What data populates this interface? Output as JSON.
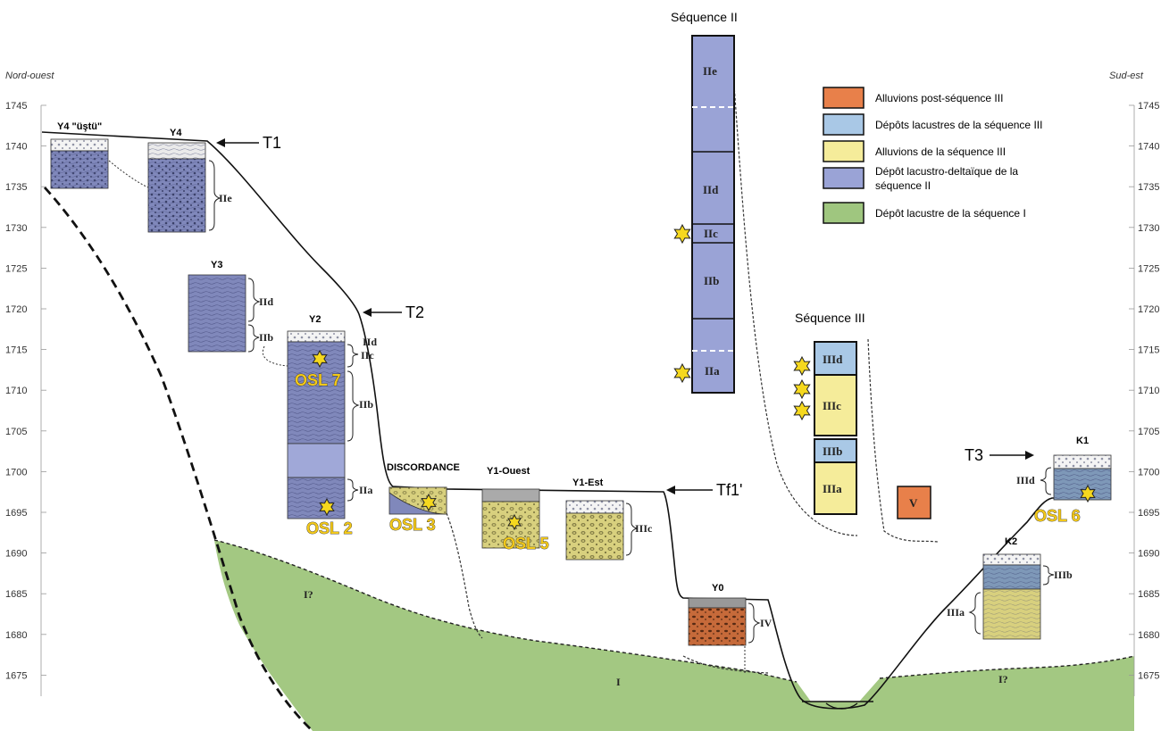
{
  "direction": {
    "left": "Nord-ouest",
    "right": "Sud-est"
  },
  "axis_ticks": [
    "1745",
    "1740",
    "1735",
    "1730",
    "1725",
    "1720",
    "1715",
    "1710",
    "1705",
    "1700",
    "1695",
    "1690",
    "1685",
    "1680",
    "1675"
  ],
  "columns": {
    "y4_ustu": "Y4 \"üştü\"",
    "y4": "Y4",
    "y3": "Y3",
    "y2": "Y2",
    "discordance": "DISCORDANCE",
    "y1_ouest": "Y1-Ouest",
    "y1_est": "Y1-Est",
    "y0": "Y0",
    "k1": "K1",
    "k2": "K2"
  },
  "terraces": {
    "t1": "T1",
    "t2": "T2",
    "tf1": "Tf1'",
    "t3": "T3"
  },
  "unit_labels": {
    "iie": "IIe",
    "iid": "IId",
    "iic": "IIc",
    "iib": "IIb",
    "iia": "IIa",
    "iiic": "IIIc",
    "iv": "IV",
    "iiid": "IIId",
    "iiib": "IIIb",
    "iiia": "IIIa",
    "i": "I",
    "iq": "I?"
  },
  "osl": {
    "osl7": "OSL 7",
    "osl2": "OSL 2",
    "osl3": "OSL 3",
    "osl5": "OSL 5",
    "osl6": "OSL 6"
  },
  "sequence2": {
    "title": "Séquence II",
    "units": [
      "IIe",
      "IId",
      "IIc",
      "IIb",
      "IIa"
    ]
  },
  "sequence3": {
    "title": "Séquence III",
    "units": [
      "IIId",
      "IIIc",
      "IIIb",
      "IIIa"
    ],
    "extra": "V"
  },
  "legend": [
    {
      "label": "Alluvions post-séquence III",
      "color": "#e8804a"
    },
    {
      "label": "Dépôts lacustres de la séquence III",
      "color": "#a9c8e6"
    },
    {
      "label": "Alluvions de la séquence III",
      "color": "#f5ec9a"
    },
    {
      "label": "Dépôt lacustro-deltaïque de la séquence II",
      "color": "#9aa3d6",
      "lines": [
        "Dépôt lacustro-deltaïque de la",
        "séquence II"
      ]
    },
    {
      "label": "Dépôt lacustre de la séquence I",
      "color": "#9fc67f"
    }
  ],
  "colors": {
    "green": "#a3c882",
    "purple": "#9aa3d6",
    "lightblue": "#a9c8e6",
    "yellow": "#f5ec9a",
    "orange": "#e8804a",
    "star": "#f5d81e",
    "log_purple": "#8088bb",
    "log_yellow": "#d8d07e",
    "log_orange": "#c66a3a",
    "log_blue": "#7e98b8"
  }
}
